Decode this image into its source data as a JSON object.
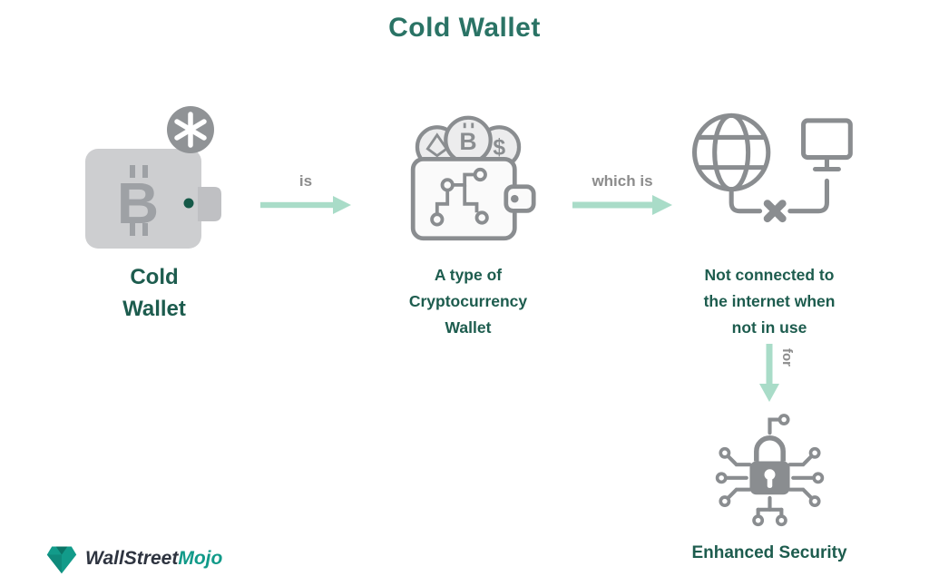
{
  "title": "Cold Wallet",
  "flow": {
    "node1": {
      "lines": [
        "Cold",
        "Wallet"
      ]
    },
    "connector1": {
      "label": "is"
    },
    "node2": {
      "lines": [
        "A type of",
        "Cryptocurrency",
        "Wallet"
      ]
    },
    "connector2": {
      "label": "which is"
    },
    "node3": {
      "lines": [
        "Not connected to",
        "the internet when",
        "not in use"
      ]
    },
    "connector3": {
      "label": "for"
    },
    "node4": {
      "label": "Enhanced Security"
    }
  },
  "icons": {
    "node1": "snowflake-bitcoin-wallet-icon",
    "node1_badge": "snowflake-icon",
    "node2": "crypto-wallet-coins-icon",
    "node3": "globe-computer-disconnected-icon",
    "node4": "circuit-padlock-icon",
    "logo": "wallstreetmojo-logo-icon"
  },
  "logo": {
    "part1": "WallStreet",
    "part2": "Mojo"
  },
  "colors": {
    "heading": "#2a7365",
    "node_label": "#1d5c4e",
    "connector_label": "#8c8c8c",
    "arrow": "#a9dcc8",
    "icon_outline": "#8a8d90",
    "icon_fill": "#cdced0",
    "accent_dot": "#155948",
    "logo_dark": "#2e3440",
    "logo_teal": "#119a89"
  }
}
